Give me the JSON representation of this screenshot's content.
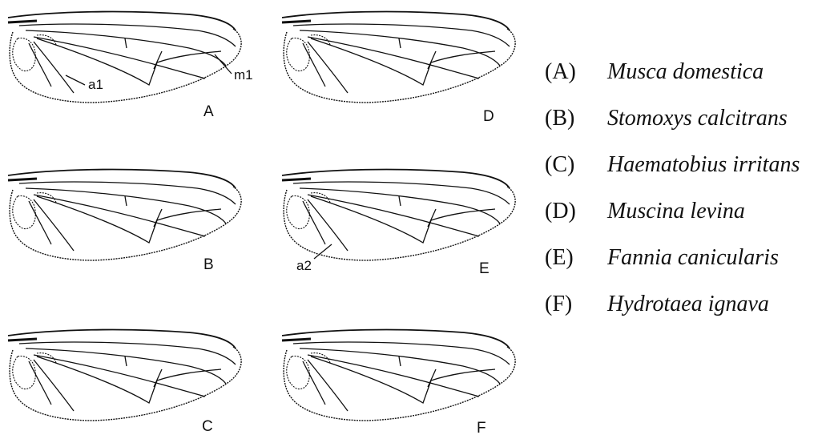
{
  "panels": [
    {
      "letter": "A",
      "annotations": [
        "a1",
        "m1"
      ]
    },
    {
      "letter": "B",
      "annotations": []
    },
    {
      "letter": "C",
      "annotations": []
    },
    {
      "letter": "D",
      "annotations": []
    },
    {
      "letter": "E",
      "annotations": [
        "a2"
      ]
    },
    {
      "letter": "F",
      "annotations": []
    }
  ],
  "legend": [
    {
      "key": "(A)",
      "name": "Musca domestica"
    },
    {
      "key": "(B)",
      "name": "Stomoxys calcitrans"
    },
    {
      "key": "(C)",
      "name": "Haematobius irritans"
    },
    {
      "key": "(D)",
      "name": "Muscina levina"
    },
    {
      "key": "(E)",
      "name": "Fannia canicularis"
    },
    {
      "key": "(F)",
      "name": "Hydrotaea ignava"
    }
  ]
}
